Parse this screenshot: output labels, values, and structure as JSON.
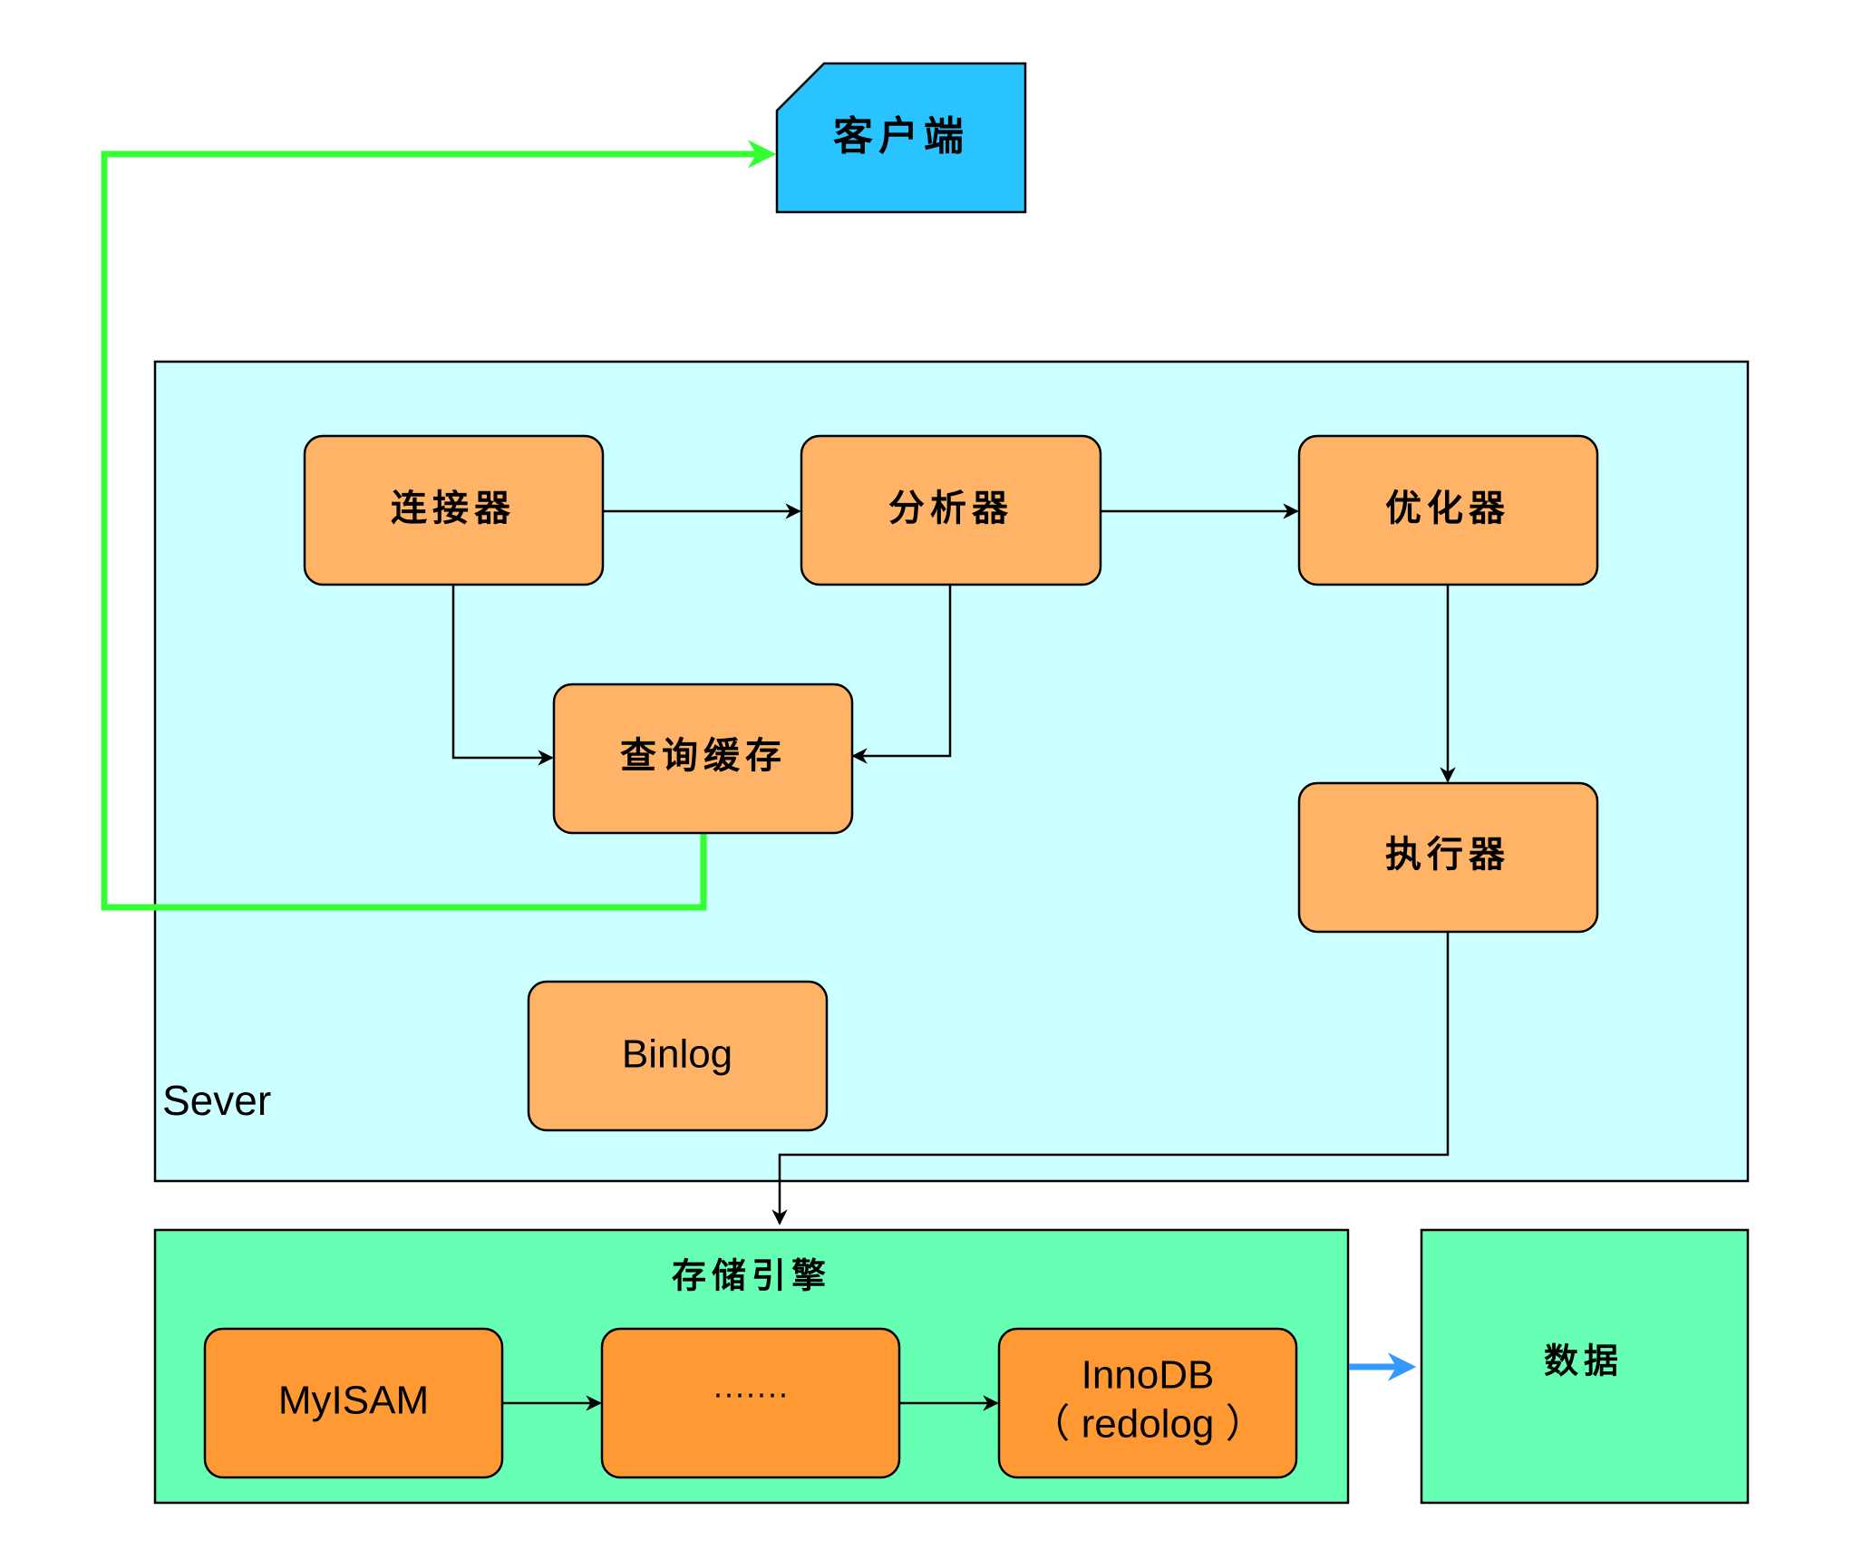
{
  "client": {
    "label": "客户端",
    "fill": "#29C4FF"
  },
  "server": {
    "label": "Sever",
    "fill": "#CCFFFF"
  },
  "nodes": {
    "connector": "连接器",
    "analyzer": "分析器",
    "optimizer": "优化器",
    "query_cache": "查询缓存",
    "executor": "执行器",
    "binlog": "Binlog"
  },
  "storage": {
    "title": "存储引擎",
    "engines": [
      "MyISAM",
      "·······",
      "InnoDB",
      "（ redolog ）"
    ],
    "fill": "#66FFB3"
  },
  "data_box": {
    "label": "数据"
  },
  "colors": {
    "node_fill": "#FFB366",
    "engine_fill": "#FF9933",
    "return_arrow": "#33FF33",
    "data_arrow": "#3399FF",
    "stroke": "#000000"
  }
}
